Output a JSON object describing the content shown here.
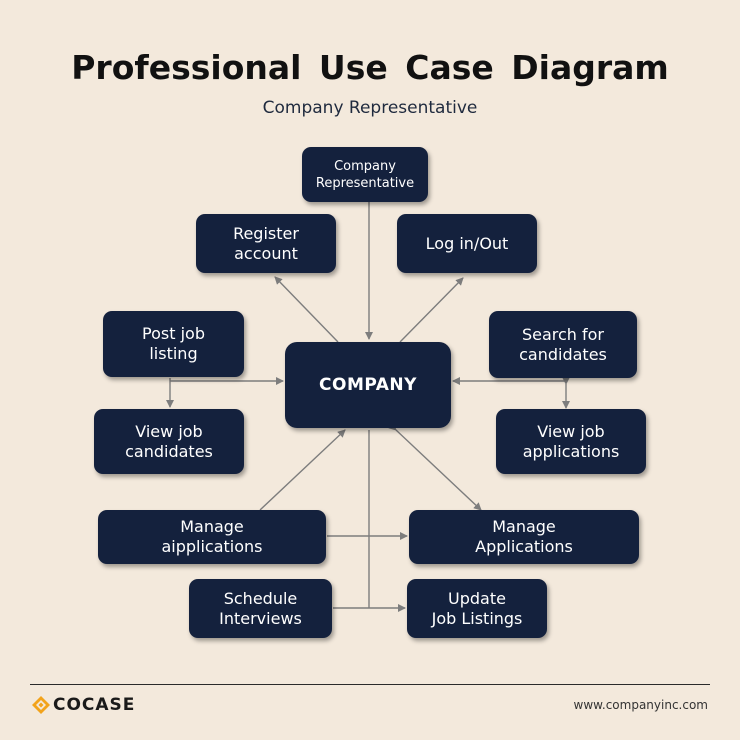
{
  "header": {
    "title": "Professional Use Case Diagram",
    "subtitle": "Company Representative"
  },
  "nodes": {
    "company_representative": "Company\nRepresentative",
    "register_account": "Register account",
    "log_in_out": "Log in/Out",
    "post_job_listing": "Post job\nlisting",
    "company": "COMPANY",
    "search_for_candidates": "Search for\ncandidates",
    "view_job_candidates": "View job\ncandidates",
    "view_job_applications": "View job\napplications",
    "manage_applications_left": "Manage\naipplications",
    "manage_applications_right": "Manage\nApplications",
    "schedule_interviews": "Schedule\nInterviews",
    "update_job_listings": "Update\nJob Listings"
  },
  "footer": {
    "brand": "COCASE",
    "url": "www.companyinc.com"
  },
  "colors": {
    "background": "#f3e9dc",
    "node_fill": "#14213d",
    "node_text": "#ffffff",
    "edge": "#7d7d7d",
    "logo_accent": "#f2a31b"
  },
  "icons": {
    "brand_logo": "diamond-logo-icon"
  }
}
